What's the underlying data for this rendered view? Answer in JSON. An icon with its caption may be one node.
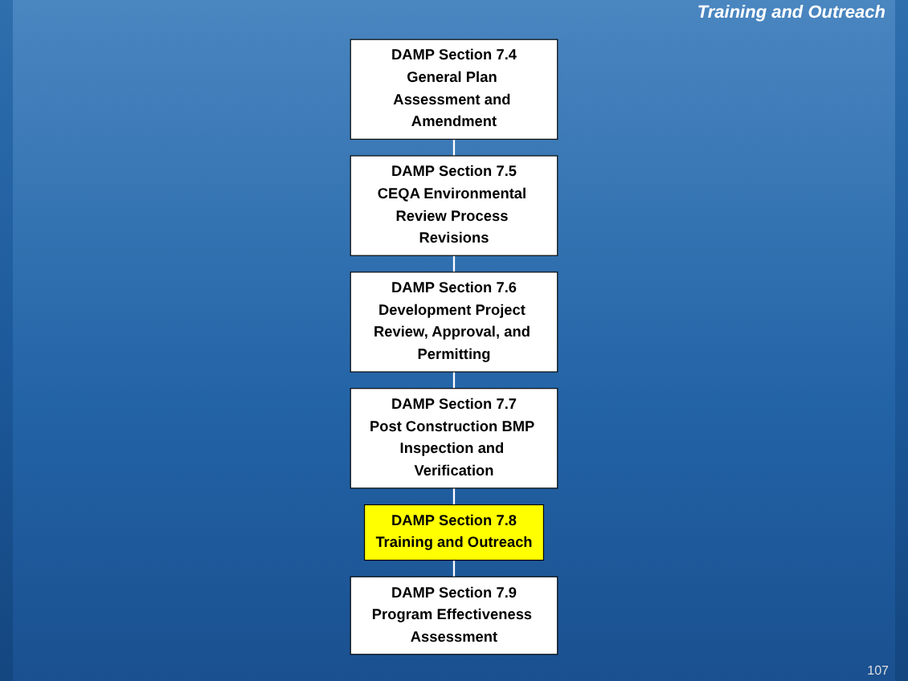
{
  "diagram": {
    "title": "Training and Outreach",
    "nodes": [
      {
        "text": [
          "DAMP Section 7.4",
          "General Plan Assessment and Amendment"
        ]
      },
      {
        "text": [
          "DAMP Section 7.5",
          "CEQA Environmental Review Process Revisions"
        ]
      },
      {
        "text": [
          "DAMP Section 7.6",
          "Development Project Review, Approval, and Permitting"
        ]
      },
      {
        "text": [
          "DAMP Section 7.7",
          "Post Construction BMP Inspection and Verification"
        ]
      },
      {
        "text": [
          "DAMP Section 7.8",
          "Training and Outreach"
        ]
      },
      {
        "text": [
          "DAMP Section 7.9",
          "Program Effectiveness Assessment"
        ]
      }
    ],
    "edges": [
      {
        "from": 0,
        "to": 1,
        "arrow": "none"
      },
      {
        "from": 1,
        "to": 2,
        "arrow": "none"
      },
      {
        "from": 2,
        "to": 3,
        "arrow": "none"
      },
      {
        "from": 3,
        "to": 4,
        "arrow": "none"
      },
      {
        "from": 4,
        "to": 5,
        "arrow": "none"
      }
    ],
    "labels": [
      "107"
    ]
  }
}
